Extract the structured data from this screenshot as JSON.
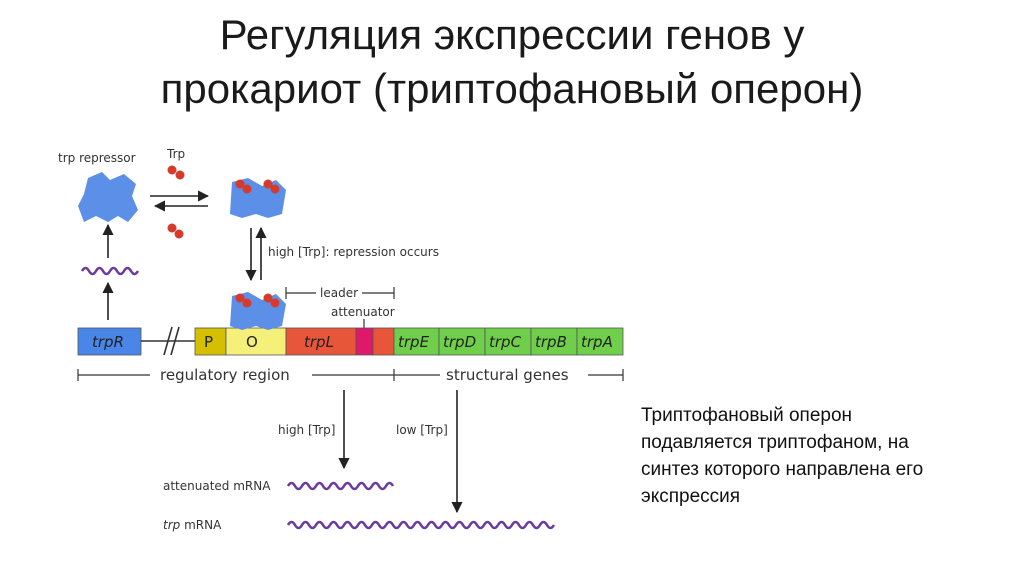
{
  "title": {
    "line1": "Регуляция экспрессии генов у",
    "line2": "прокариот (триптофановый оперон)"
  },
  "caption": {
    "line1": "Триптофановый оперон",
    "line2": "подавляется триптофаном, на",
    "line3": "синтез которого направлена его",
    "line4": "экспрессия"
  },
  "diagram": {
    "repressor_label": "trp repressor",
    "trp_label": "Trp",
    "repression_label": "high [Trp]: repression occurs",
    "leader_label": "leader",
    "attenuator_label": "attenuator",
    "regulatory_region_label": "regulatory region",
    "structural_genes_label": "structural genes",
    "high_trp_label": "high [Trp]",
    "low_trp_label": "low [Trp]",
    "attenuated_mrna_label": "attenuated mRNA",
    "trp_mrna_italic": "trp",
    "trp_mrna_label": " mRNA",
    "segments": {
      "trpR": "trpR",
      "P": "P",
      "O": "O",
      "trpL": "trpL",
      "trpE": "trpE",
      "trpD": "trpD",
      "trpC": "trpC",
      "trpB": "trpB",
      "trpA": "trpA"
    },
    "colors": {
      "repressor": "#5b8fe8",
      "trp": "#d63a2a",
      "trpR": "#4a86e8",
      "promoter": "#d4c000",
      "operator": "#f5f07a",
      "trpL": "#e8563a",
      "attenuator": "#e0186a",
      "structural": "#6fce4a",
      "mrna": "#6a3aa0"
    }
  }
}
